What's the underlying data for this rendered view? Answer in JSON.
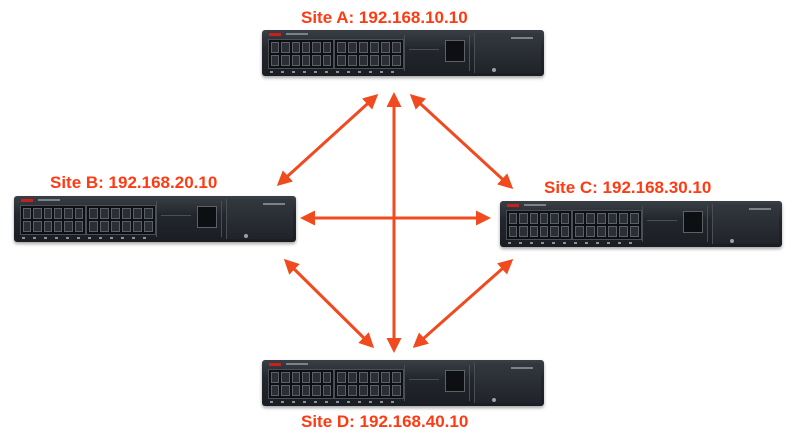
{
  "diagram": {
    "sites": [
      {
        "id": "a",
        "label": "Site A: 192.168.10.10",
        "device_icon": "network-switch-icon"
      },
      {
        "id": "b",
        "label": "Site B: 192.168.20.10",
        "device_icon": "network-switch-icon"
      },
      {
        "id": "c",
        "label": "Site C: 192.168.30.10",
        "device_icon": "network-switch-icon"
      },
      {
        "id": "d",
        "label": "Site D: 192.168.40.10",
        "device_icon": "network-switch-icon"
      }
    ],
    "connections": [
      {
        "from": "a",
        "to": "b",
        "style": "bidirectional-arrow"
      },
      {
        "from": "a",
        "to": "c",
        "style": "bidirectional-arrow"
      },
      {
        "from": "a",
        "to": "d",
        "style": "bidirectional-arrow"
      },
      {
        "from": "b",
        "to": "c",
        "style": "bidirectional-arrow"
      },
      {
        "from": "b",
        "to": "d",
        "style": "bidirectional-arrow"
      },
      {
        "from": "c",
        "to": "d",
        "style": "bidirectional-arrow"
      }
    ],
    "colors": {
      "label": "#ff3b14",
      "arrow": "#f04a1e",
      "device_body": "#23272d",
      "brand_accent": "#c8201c"
    }
  }
}
